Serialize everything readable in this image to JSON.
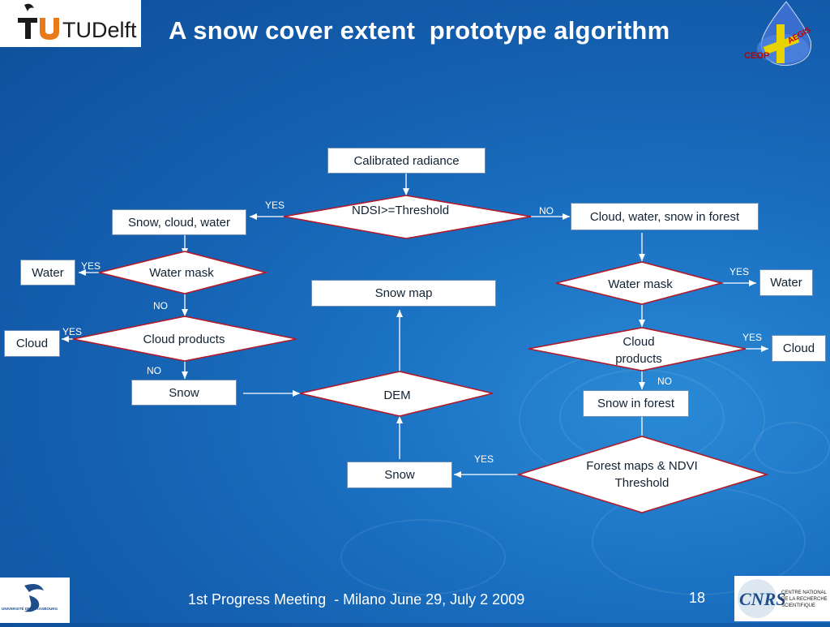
{
  "header": {
    "title": "A snow cover extent  prototype algorithm",
    "logo_left": "TUDelft",
    "logo_right": "CEOP-AEGIS"
  },
  "nodes": {
    "calibrated_radiance": "Calibrated radiance",
    "ndsi_threshold": "NDSI>=Threshold",
    "snow_cloud_water": "Snow, cloud, water",
    "cloud_water_snow_forest": "Cloud, water, snow in forest",
    "water_left": "Water",
    "water_mask_left": "Water mask",
    "snow_map": "Snow map",
    "water_mask_right": "Water mask",
    "water_right": "Water",
    "cloud_left": "Cloud",
    "cloud_products_left": "Cloud products",
    "cloud_products_right": "Cloud products",
    "cloud_right": "Cloud",
    "snow_left": "Snow",
    "dem": "DEM",
    "snow_in_forest": "Snow in forest",
    "snow_bottom": "Snow",
    "forest_maps": "Forest maps & NDVI Threshold"
  },
  "edge_labels": {
    "yes_ndsi": "YES",
    "no_ndsi": "NO",
    "yes_watermask_left": "YES",
    "no_watermask_left": "NO",
    "yes_cloud_left": "YES",
    "no_cloud_left": "NO",
    "yes_watermask_right": "YES",
    "yes_cloud_right": "YES",
    "no_cloud_right": "NO",
    "yes_forest": "YES"
  },
  "footer": {
    "text": "1st Progress Meeting  - Milano June 29, July 2 2009",
    "page_number": "18",
    "logo_left": "UNIVERSITÉ DE STRASBOURG",
    "logo_right_line1": "CENTRE NATIONAL",
    "logo_right_line2": "DE LA RECHERCHE",
    "logo_right_line3": "SCIENTIFIQUE"
  },
  "colors": {
    "background": "#1560b0",
    "diamond_stroke": "#b01a2a",
    "box_border": "#6a8fb8",
    "text": "#ffffff"
  }
}
